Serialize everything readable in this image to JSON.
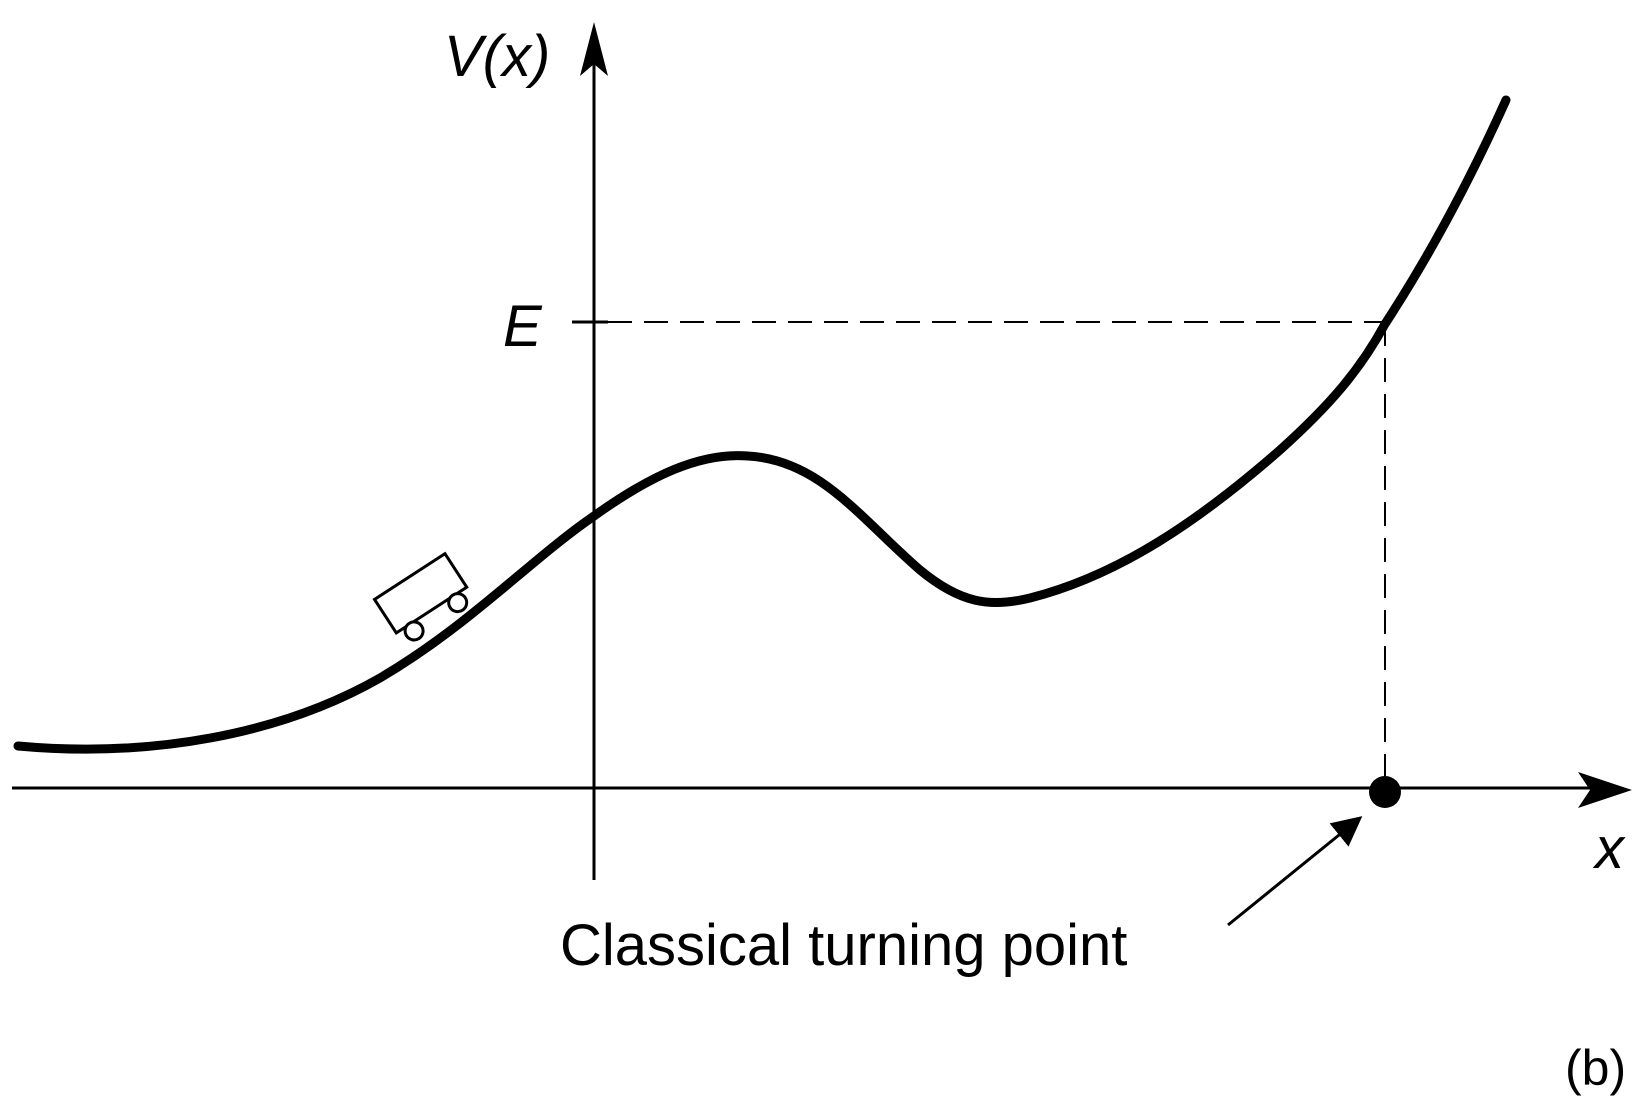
{
  "figure": {
    "y_axis_label": "V(x)",
    "x_axis_label": "x",
    "energy_label": "E",
    "annotation": "Classical turning point",
    "panel_label": "(b)"
  },
  "colors": {
    "ink": "#000000",
    "background": "#ffffff"
  },
  "icons": {
    "cart": "cart-icon"
  }
}
